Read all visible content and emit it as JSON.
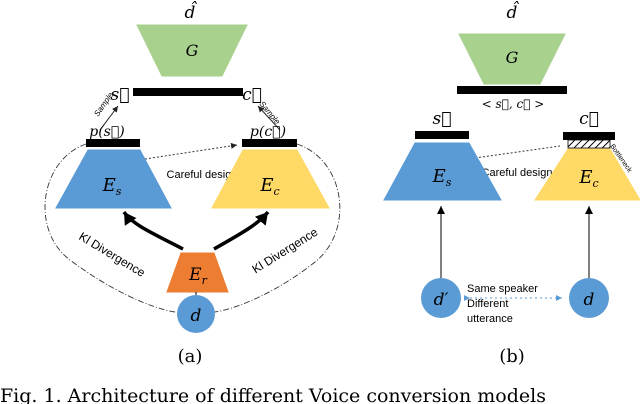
{
  "panel_a": {
    "top_output": "d̂",
    "decoder": "G",
    "s_vec": "s⃗",
    "c_vec": "c⃗",
    "sample_left": "Sample",
    "sample_right": "Sample",
    "p_s": "p(s⃗)",
    "p_c": "p(c⃗)",
    "careful_design": "Careful design",
    "enc_s": "E",
    "enc_s_sub": "s",
    "enc_c": "E",
    "enc_c_sub": "c",
    "enc_r": "E",
    "enc_r_sub": "r",
    "kl_left": "Kl Divergence",
    "kl_right": "Kl Divergence",
    "input": "d",
    "caption": "(a)"
  },
  "panel_b": {
    "top_output": "d̂",
    "decoder": "G",
    "pair_label": "< s⃗, c⃗ >",
    "s_vec": "s⃗",
    "c_vec": "c⃗",
    "careful_design": "Careful design",
    "bottleneck": "Bottleneck",
    "enc_s": "E",
    "enc_s_sub": "s",
    "enc_c": "E",
    "enc_c_sub": "c",
    "input_left": "d′",
    "input_right": "d",
    "same_speaker": "Same speaker",
    "different": "Different",
    "utterance": "utterance",
    "caption": "(b)"
  },
  "figure_caption": "Fig. 1.  Architecture of different Voice conversion models",
  "colors": {
    "decoder_green": "#A9D18E",
    "enc_blue": "#5B9BD5",
    "enc_yellow": "#FFD966",
    "enc_orange": "#ED7D31",
    "bar": "#000000"
  }
}
